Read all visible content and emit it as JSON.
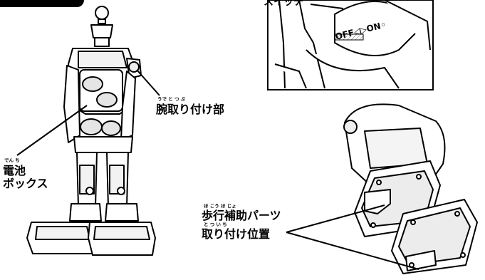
{
  "labels": {
    "switch": "スイッチ",
    "arm_mount": "腕取り付け部",
    "arm_mount_ruby": "うで  と     つ    ぶ",
    "battery_line1": "電池",
    "battery_line2": "ボックス",
    "battery_ruby": "でん  ち",
    "walk_line1": "歩行補助パーツ",
    "walk_line2": "取り付け位置",
    "walk_ruby1": "ほ  こう  ほ  じょ",
    "walk_ruby2": "と     つ     い   ち",
    "switch_text": "OFF◁▷ON◦"
  },
  "colors": {
    "ink": "#000000",
    "paper": "#ffffff",
    "shade": "#d9d9d9"
  }
}
